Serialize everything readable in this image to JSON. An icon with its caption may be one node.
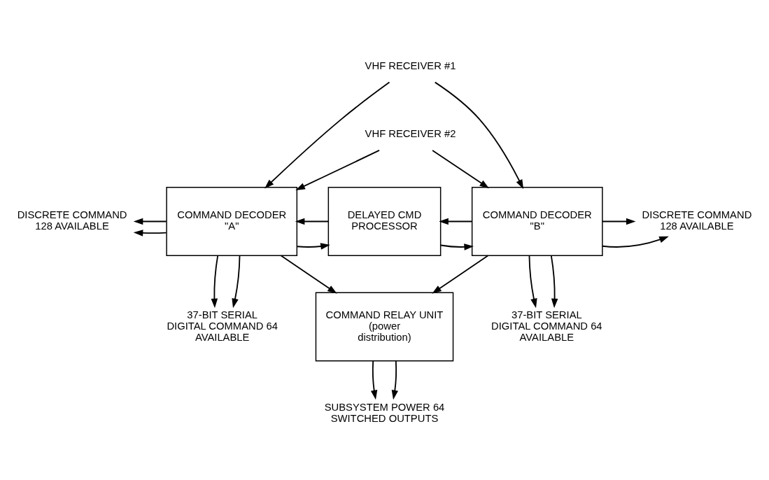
{
  "diagram": {
    "nodes": [
      {
        "text": [
          "VHF RECEIVER #1"
        ]
      },
      {
        "text": [
          "VHF RECEIVER #2"
        ]
      },
      {
        "text": [
          "DISCRETE COMMAND 128 AVAILABLE"
        ]
      },
      {
        "text": [
          "COMMAND DECODER \"A\""
        ]
      },
      {
        "text": [
          "DELAYED CMD PROCESSOR"
        ]
      },
      {
        "text": [
          "COMMAND DECODER \"B\""
        ]
      },
      {
        "text": [
          "DISCRETE COMMAND 128 AVAILABLE"
        ]
      },
      {
        "text": [
          "37-BIT SERIAL DIGITAL COMMAND 64 AVAILABLE"
        ]
      },
      {
        "text": [
          "COMMAND RELAY UNIT",
          "(power distribution)"
        ]
      },
      {
        "text": [
          "37-BIT SERIAL DIGITAL COMMAND 64 AVAILABLE"
        ]
      },
      {
        "text": [
          "SUBSYSTEM POWER 64 SWITCHED OUTPUTS"
        ]
      }
    ],
    "edges": [
      {
        "from": 0,
        "to": 3,
        "arrow": "to"
      },
      {
        "from": 0,
        "to": 5,
        "arrow": "to"
      },
      {
        "from": 1,
        "to": 3,
        "arrow": "to"
      },
      {
        "from": 1,
        "to": 5,
        "arrow": "to"
      },
      {
        "from": 3,
        "to": 2,
        "arrow": "to"
      },
      {
        "from": 3,
        "to": 2,
        "arrow": "to"
      },
      {
        "from": 3,
        "to": 4,
        "arrow": "to"
      },
      {
        "from": 4,
        "to": 3,
        "arrow": "to"
      },
      {
        "from": 4,
        "to": 5,
        "arrow": "to"
      },
      {
        "from": 5,
        "to": 4,
        "arrow": "to"
      },
      {
        "from": 5,
        "to": 6,
        "arrow": "to"
      },
      {
        "from": 5,
        "to": 6,
        "arrow": "to"
      },
      {
        "from": 3,
        "to": 7,
        "arrow": "to"
      },
      {
        "from": 3,
        "to": 7,
        "arrow": "to"
      },
      {
        "from": 3,
        "to": 8,
        "arrow": "to"
      },
      {
        "from": 5,
        "to": 8,
        "arrow": "to"
      },
      {
        "from": 5,
        "to": 9,
        "arrow": "to"
      },
      {
        "from": 5,
        "to": 9,
        "arrow": "to"
      },
      {
        "from": 8,
        "to": 10,
        "arrow": "to"
      },
      {
        "from": 8,
        "to": 10,
        "arrow": "to"
      }
    ]
  }
}
